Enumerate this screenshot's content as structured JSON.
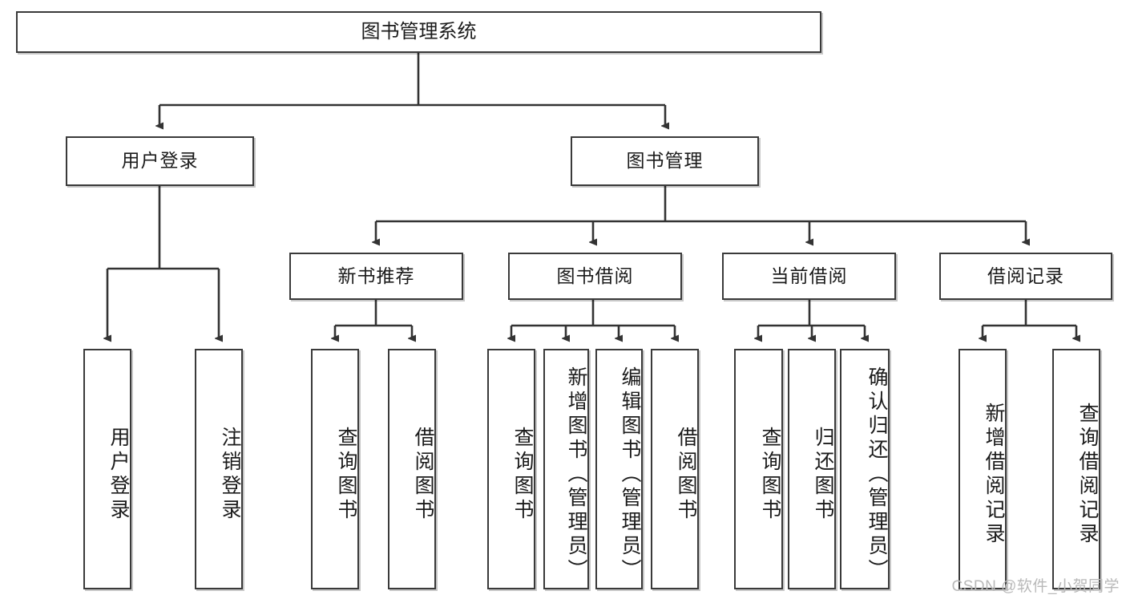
{
  "diagram": {
    "type": "tree",
    "title": "图书管理系统",
    "watermark": "CSDN @软件_小贺同学",
    "colors": {
      "box_border": "#3a3a3a",
      "box_fill": "#ffffff",
      "connector": "#333333",
      "text": "#1b1b1b",
      "watermark": "#b9b9b9"
    },
    "root": {
      "label": "图书管理系统"
    },
    "level2": [
      {
        "label": "用户登录"
      },
      {
        "label": "图书管理"
      }
    ],
    "level3": [
      {
        "label": "新书推荐"
      },
      {
        "label": "图书借阅"
      },
      {
        "label": "当前借阅"
      },
      {
        "label": "借阅记录"
      }
    ],
    "leaves": {
      "user_login": [
        {
          "label": "用户登录"
        },
        {
          "label": "注销登录"
        }
      ],
      "new_book_recommend": [
        {
          "label": "查询图书"
        },
        {
          "label": "借阅图书"
        }
      ],
      "book_borrow": [
        {
          "label": "查询图书"
        },
        {
          "label": "新增图书（管理员）"
        },
        {
          "label": "编辑图书（管理员）"
        },
        {
          "label": "借阅图书"
        }
      ],
      "current_borrow": [
        {
          "label": "查询图书"
        },
        {
          "label": "归还图书"
        },
        {
          "label": "确认归还（管理员）"
        }
      ],
      "borrow_record": [
        {
          "label": "新增借阅记录"
        },
        {
          "label": "查询借阅记录"
        }
      ]
    }
  }
}
